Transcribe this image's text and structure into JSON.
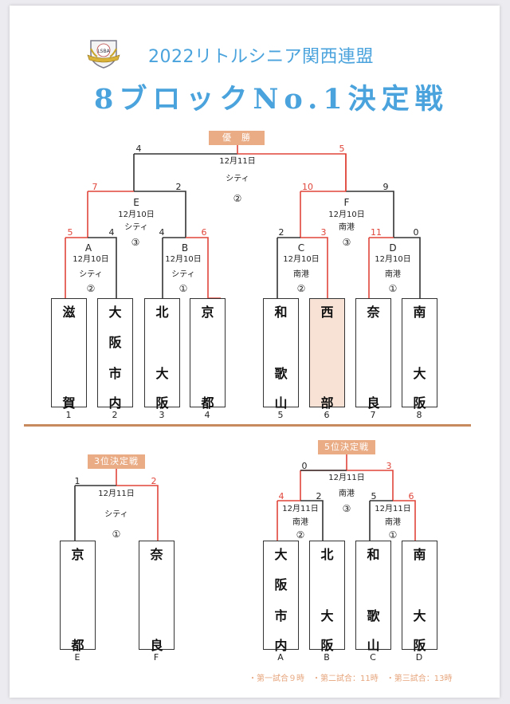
{
  "header": {
    "title_line1": "2022リトルシニア関西連盟",
    "title_line2": "8ブロックNo.1決定戦",
    "logo": "lsba-shield-logo"
  },
  "colors": {
    "title": "#4aa3dc",
    "winner_line": "#e0453a",
    "tag_bg": "#e9ac85",
    "highlight_team": "#f7e2d5",
    "divider": "#c68a5e",
    "footer_text": "#e6a57c"
  },
  "main_bracket": {
    "final_tag": "優　勝",
    "final": {
      "date": "12月11日",
      "venue": "シティ",
      "court": "②",
      "score_left": "4",
      "score_right": "5"
    },
    "semis": [
      {
        "id": "E",
        "date": "12月10日",
        "venue": "シティ",
        "court": "③",
        "score_left": "7",
        "score_right": "2"
      },
      {
        "id": "F",
        "date": "12月10日",
        "venue": "南港",
        "court": "③",
        "score_left": "10",
        "score_right": "9"
      }
    ],
    "quarters": [
      {
        "id": "A",
        "date": "12月10日",
        "venue": "シティ",
        "court": "②",
        "score_left": "5",
        "score_right": "4"
      },
      {
        "id": "B",
        "date": "12月10日",
        "venue": "シティ",
        "court": "①",
        "score_left": "4",
        "score_right": "6"
      },
      {
        "id": "C",
        "date": "12月10日",
        "venue": "南港",
        "court": "②",
        "score_left": "2",
        "score_right": "3"
      },
      {
        "id": "D",
        "date": "12月10日",
        "venue": "南港",
        "court": "①",
        "score_left": "11",
        "score_right": "0"
      }
    ],
    "teams": [
      {
        "seed": "1",
        "chars": [
          "滋",
          "",
          "",
          "賀"
        ]
      },
      {
        "seed": "2",
        "chars": [
          "大",
          "阪",
          "市",
          "内"
        ]
      },
      {
        "seed": "3",
        "chars": [
          "北",
          "",
          "大",
          "阪"
        ]
      },
      {
        "seed": "4",
        "chars": [
          "京",
          "",
          "",
          "都"
        ]
      },
      {
        "seed": "5",
        "chars": [
          "和",
          "",
          "歌",
          "山"
        ]
      },
      {
        "seed": "6",
        "chars": [
          "西",
          "",
          "",
          "部"
        ],
        "champion": true
      },
      {
        "seed": "7",
        "chars": [
          "奈",
          "",
          "",
          "良"
        ]
      },
      {
        "seed": "8",
        "chars": [
          "南",
          "",
          "大",
          "阪"
        ]
      }
    ]
  },
  "third_place": {
    "tag": "3位決定戦",
    "match": {
      "date": "12月11日",
      "venue": "シティ",
      "court": "①",
      "score_left": "1",
      "score_right": "2"
    },
    "teams": [
      {
        "seed": "E",
        "chars": [
          "京",
          "",
          "",
          "都"
        ]
      },
      {
        "seed": "F",
        "chars": [
          "奈",
          "",
          "",
          "良"
        ]
      }
    ]
  },
  "fifth_place": {
    "tag": "5位決定戦",
    "final": {
      "date": "12月11日",
      "venue": "南港",
      "court": "③",
      "score_left": "0",
      "score_right": "3"
    },
    "semis": [
      {
        "date": "12月11日",
        "venue": "南港",
        "court": "②",
        "score_left": "4",
        "score_right": "2"
      },
      {
        "date": "12月11日",
        "venue": "南港",
        "court": "①",
        "score_left": "5",
        "score_right": "6"
      }
    ],
    "teams": [
      {
        "seed": "A",
        "chars": [
          "大",
          "阪",
          "市",
          "内"
        ]
      },
      {
        "seed": "B",
        "chars": [
          "北",
          "",
          "大",
          "阪"
        ]
      },
      {
        "seed": "C",
        "chars": [
          "和",
          "",
          "歌",
          "山"
        ]
      },
      {
        "seed": "D",
        "chars": [
          "南",
          "",
          "大",
          "阪"
        ]
      }
    ]
  },
  "footer": {
    "schedule": "・第一試合９時　・第二試合：11時　・第三試合：13時"
  }
}
